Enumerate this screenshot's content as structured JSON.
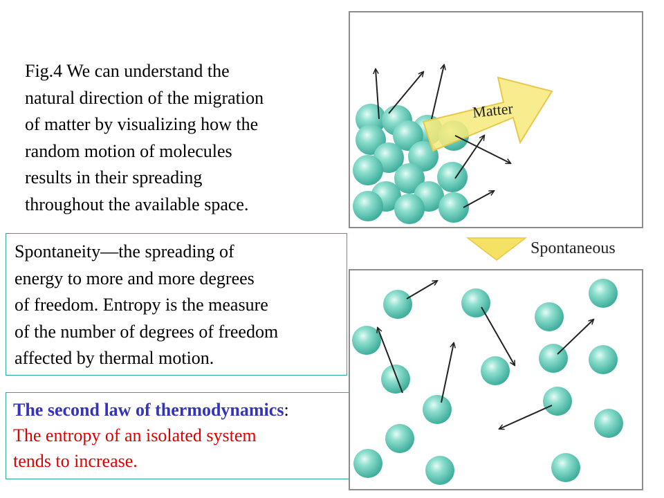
{
  "caption": {
    "lines": [
      "Fig.4  We can understand the",
      "natural direction of the migration",
      "of matter by visualizing how the",
      "random motion of molecules",
      "results in their spreading",
      "throughout the available space."
    ]
  },
  "spontaneity_box": {
    "lines": [
      "Spontaneity—the spreading of",
      "energy to more and more degrees",
      "of freedom. Entropy is the measure",
      "of the number of degrees of freedom",
      "affected by thermal motion."
    ]
  },
  "second_law_box": {
    "heading": "The second law of thermodynamics",
    "colon": ":",
    "lines": [
      "The entropy of an isolated system",
      "tends to increase."
    ],
    "heading_color": "#3333bb",
    "body_color": "#e00000"
  },
  "diagram": {
    "matter_label": "Matter",
    "spontaneous_label": "Spontaneous",
    "molecule_color": "#5cc9b6",
    "arrow_color": "#f7ea7a"
  }
}
